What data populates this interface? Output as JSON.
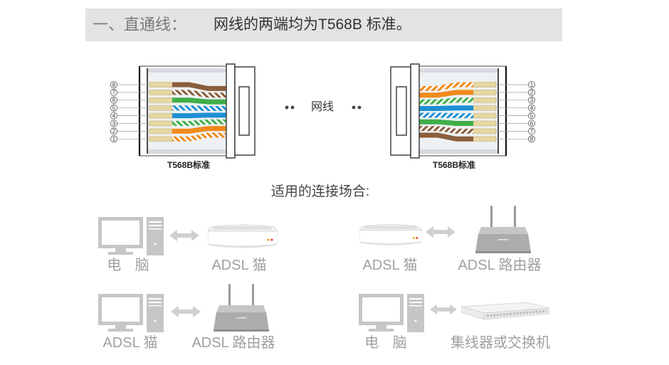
{
  "header": {
    "prefix": "一、直通线：",
    "description": "网线的两端均为T568B 标准。"
  },
  "cable": {
    "label": "网线"
  },
  "connectors": [
    {
      "standard_label": "T568B标准",
      "wires": [
        {
          "pin": "8",
          "color": "#8b5e3c",
          "striped": false
        },
        {
          "pin": "7",
          "color": "#8b5e3c",
          "striped": true
        },
        {
          "pin": "6",
          "color": "#3fae49",
          "striped": false
        },
        {
          "pin": "5",
          "color": "#1f8fd4",
          "striped": true
        },
        {
          "pin": "4",
          "color": "#1f8fd4",
          "striped": false
        },
        {
          "pin": "3",
          "color": "#3fae49",
          "striped": true
        },
        {
          "pin": "2",
          "color": "#f08a1c",
          "striped": false
        },
        {
          "pin": "1",
          "color": "#f08a1c",
          "striped": true
        }
      ]
    },
    {
      "standard_label": "T568B标准",
      "wires": [
        {
          "pin": "1",
          "color": "#f08a1c",
          "striped": true
        },
        {
          "pin": "2",
          "color": "#f08a1c",
          "striped": false
        },
        {
          "pin": "3",
          "color": "#3fae49",
          "striped": true
        },
        {
          "pin": "4",
          "color": "#1f8fd4",
          "striped": false
        },
        {
          "pin": "5",
          "color": "#1f8fd4",
          "striped": true
        },
        {
          "pin": "6",
          "color": "#3fae49",
          "striped": false
        },
        {
          "pin": "7",
          "color": "#8b5e3c",
          "striped": true
        },
        {
          "pin": "8",
          "color": "#8b5e3c",
          "striped": false
        }
      ]
    }
  ],
  "usage": {
    "title": "适用的连接场合:",
    "link_icon": "double-arrow-icon",
    "scenarios": [
      {
        "left_icon": "computer-icon",
        "left_label": "电 脑",
        "right_icon": "modem-icon",
        "right_label": "ADSL 猫"
      },
      {
        "left_icon": "modem-icon",
        "left_label": "ADSL 猫",
        "right_icon": "router-icon",
        "right_label": "ADSL 路由器"
      },
      {
        "left_icon": "computer-icon",
        "left_label": "ADSL 猫",
        "right_icon": "router-icon",
        "right_label": "ADSL 路由器"
      },
      {
        "left_icon": "computer-icon",
        "left_label": "电 脑",
        "right_icon": "switch-icon",
        "right_label": "集线器或交换机"
      }
    ]
  },
  "colors": {
    "banner": "#e3e3e3",
    "device_gray": "#c6c6c6",
    "contact_gold": "#e5d6a4"
  }
}
